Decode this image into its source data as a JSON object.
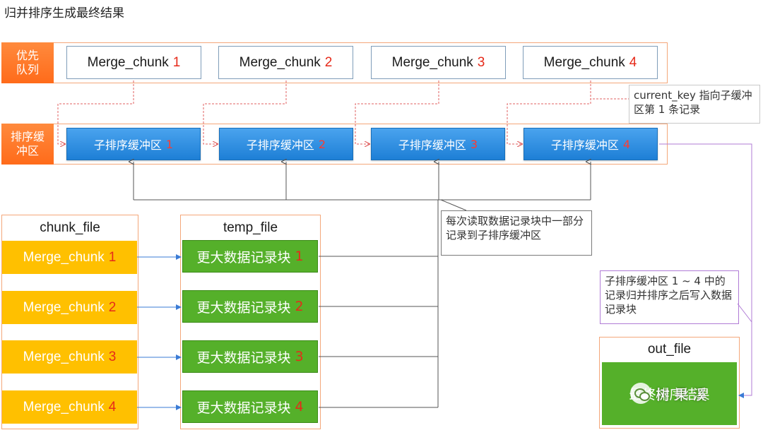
{
  "title": "归并排序生成最终结果",
  "priority_queue": {
    "label": "优先队列",
    "items": [
      {
        "text": "Merge_chunk",
        "num": "1"
      },
      {
        "text": "Merge_chunk",
        "num": "2"
      },
      {
        "text": "Merge_chunk",
        "num": "3"
      },
      {
        "text": "Merge_chunk",
        "num": "4"
      }
    ]
  },
  "sort_buffer": {
    "label": "排序缓冲区",
    "items": [
      {
        "text": "子排序缓冲区",
        "num": "1"
      },
      {
        "text": "子排序缓冲区",
        "num": "2"
      },
      {
        "text": "子排序缓冲区",
        "num": "3"
      },
      {
        "text": "子排序缓冲区",
        "num": "4"
      }
    ]
  },
  "callouts": {
    "current_key": "current_key 指向子缓冲区第 1 条记录",
    "read_blocks": "每次读取数据记录块中一部分记录到子排序缓冲区",
    "merge_write": "子排序缓冲区 1 ~ 4 中的记录归并排序之后写入数据记录块"
  },
  "chunk_file": {
    "title": "chunk_file",
    "items": [
      {
        "text": "Merge_chunk",
        "num": "1"
      },
      {
        "text": "Merge_chunk",
        "num": "2"
      },
      {
        "text": "Merge_chunk",
        "num": "3"
      },
      {
        "text": "Merge_chunk",
        "num": "4"
      }
    ]
  },
  "temp_file": {
    "title": "temp_file",
    "items": [
      {
        "text": "更大数据记录块",
        "num": "1"
      },
      {
        "text": "更大数据记录块",
        "num": "2"
      },
      {
        "text": "更大数据记录块",
        "num": "3"
      },
      {
        "text": "更大数据记录块",
        "num": "4"
      }
    ]
  },
  "out_file": {
    "title": "out_file",
    "content": "最终排序结果"
  },
  "watermark": "树 果 溪",
  "colors": {
    "orange_label": "#ff6b1a",
    "buffer_blue": "#1e7fd6",
    "chunk_yellow": "#ffc000",
    "temp_green": "#55b02a",
    "number_red": "#e62a1a",
    "callout_purple": "#b07bd6"
  }
}
